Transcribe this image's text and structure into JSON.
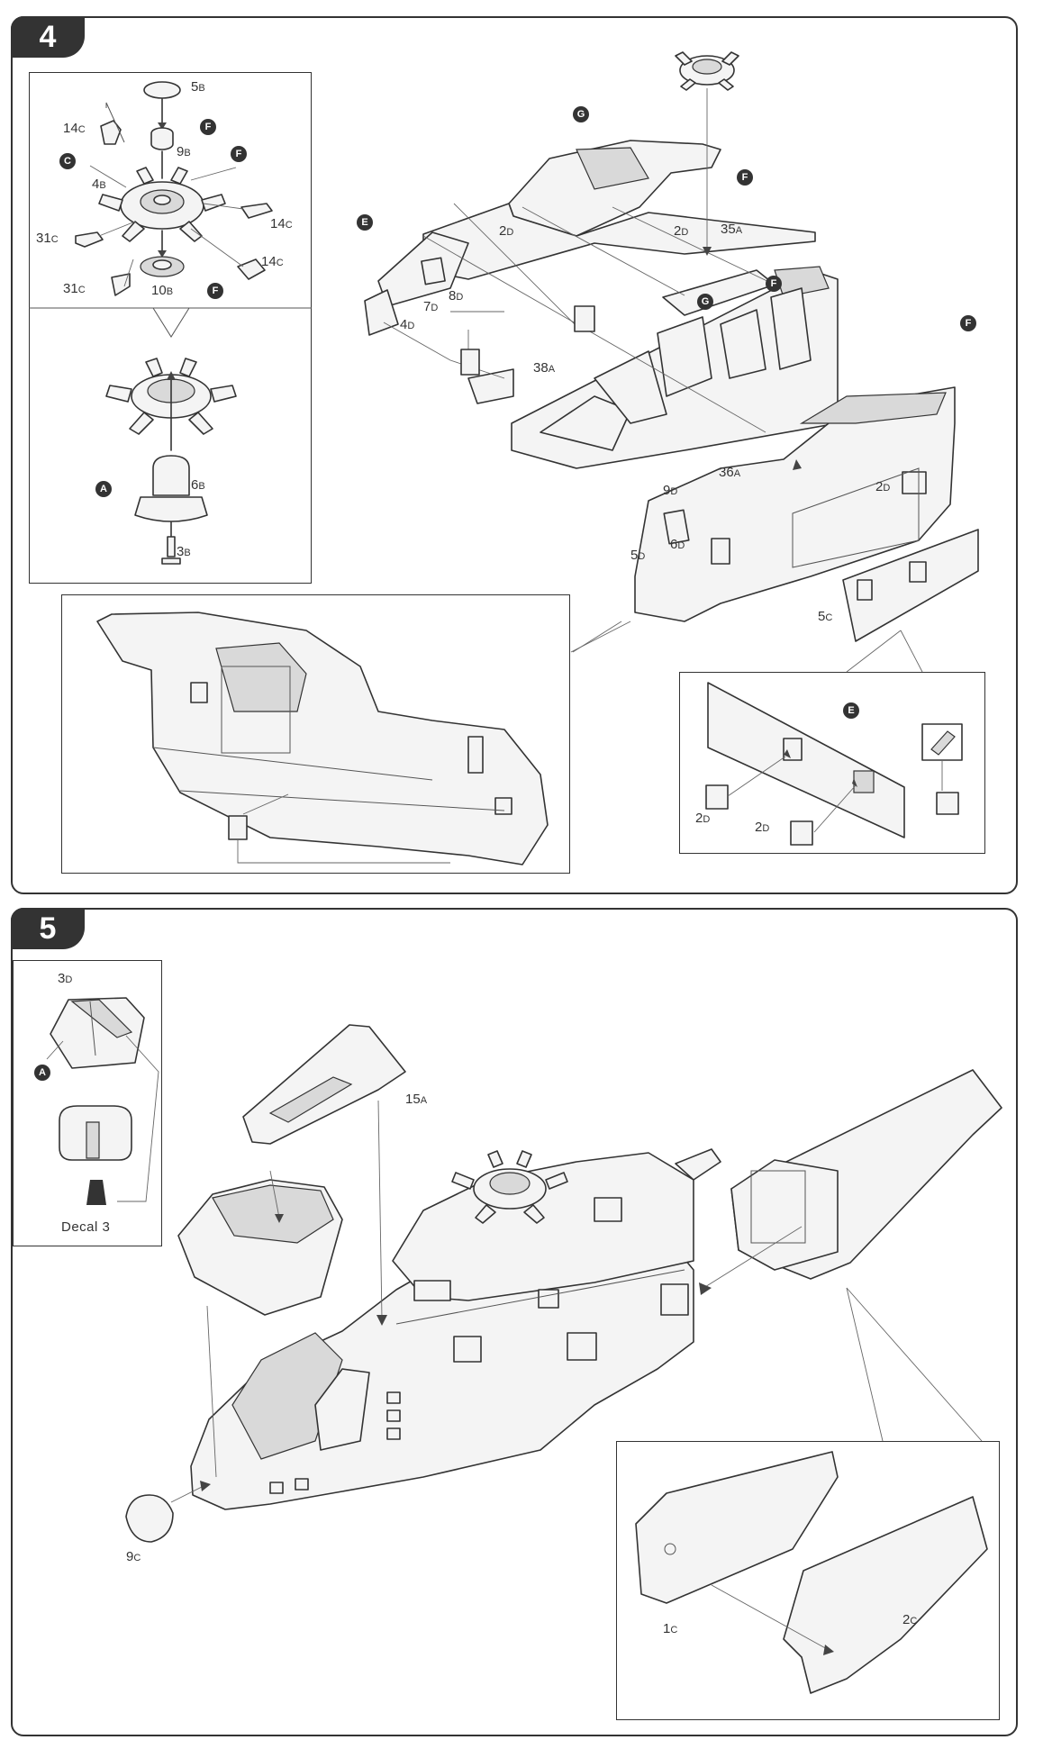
{
  "steps": [
    {
      "number": "4"
    },
    {
      "number": "5"
    }
  ],
  "step4": {
    "rotor_parts": [
      {
        "num": "5",
        "sub": "B"
      },
      {
        "num": "9",
        "sub": "B"
      },
      {
        "num": "14",
        "sub": "C"
      },
      {
        "num": "4",
        "sub": "B"
      },
      {
        "num": "31",
        "sub": "C"
      },
      {
        "num": "14",
        "sub": "C"
      },
      {
        "num": "14",
        "sub": "C"
      },
      {
        "num": "31",
        "sub": "C"
      },
      {
        "num": "10",
        "sub": "B"
      },
      {
        "num": "6",
        "sub": "B"
      },
      {
        "num": "3",
        "sub": "B"
      }
    ],
    "rotor_markers": [
      "F",
      "F",
      "C",
      "F",
      "A"
    ],
    "interior_parts": [
      {
        "num": "2",
        "sub": "D"
      },
      {
        "num": "2",
        "sub": "D"
      },
      {
        "num": "35",
        "sub": "A"
      },
      {
        "num": "7",
        "sub": "D"
      },
      {
        "num": "8",
        "sub": "D"
      },
      {
        "num": "4",
        "sub": "D"
      },
      {
        "num": "38",
        "sub": "A"
      },
      {
        "num": "36",
        "sub": "A"
      },
      {
        "num": "9",
        "sub": "D"
      },
      {
        "num": "2",
        "sub": "D"
      },
      {
        "num": "6",
        "sub": "D"
      },
      {
        "num": "5",
        "sub": "D"
      },
      {
        "num": "5",
        "sub": "C"
      }
    ],
    "interior_markers": [
      "G",
      "E",
      "F",
      "G",
      "F",
      "F"
    ],
    "window_detail_parts": [
      {
        "num": "2",
        "sub": "D"
      },
      {
        "num": "2",
        "sub": "D"
      }
    ],
    "window_detail_markers": [
      "E"
    ]
  },
  "step5": {
    "canopy_parts": [
      {
        "num": "3",
        "sub": "D"
      }
    ],
    "canopy_markers": [
      "A"
    ],
    "decal_label": "Decal 3",
    "fuselage_parts": [
      {
        "num": "15",
        "sub": "A"
      },
      {
        "num": "9",
        "sub": "C"
      }
    ],
    "tail_parts": [
      {
        "num": "1",
        "sub": "C"
      },
      {
        "num": "2",
        "sub": "C"
      }
    ]
  }
}
